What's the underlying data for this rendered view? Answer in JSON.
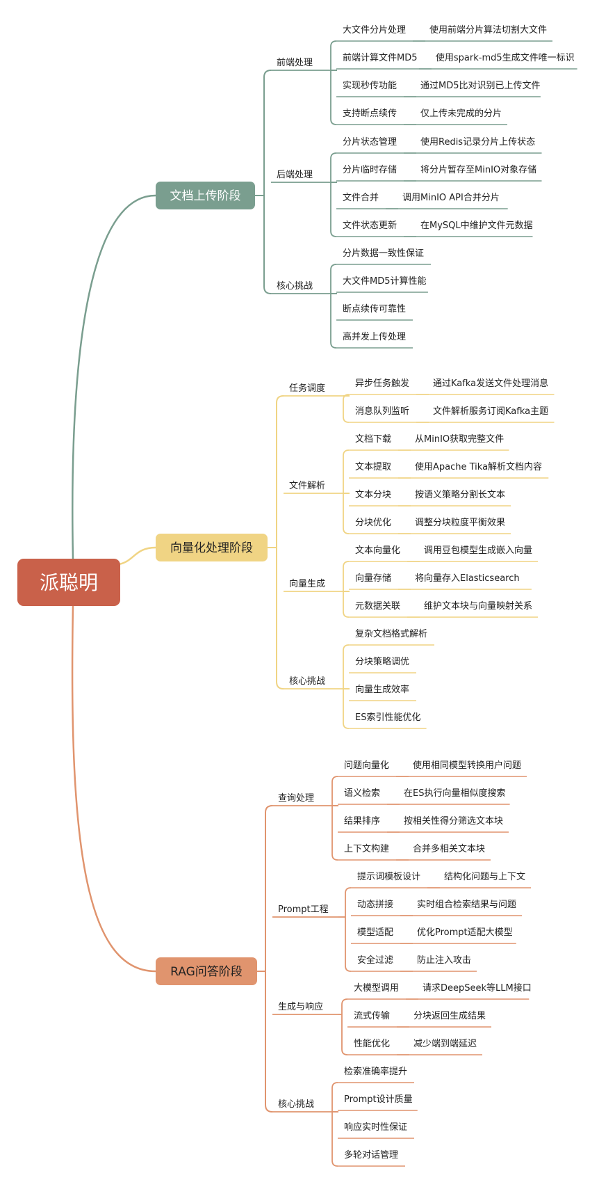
{
  "root": {
    "label": "派聪明",
    "color": "#c9614a"
  },
  "stages": [
    {
      "label": "文档上传阶段",
      "color": "#7a9e8f",
      "text_color": "#ffffff",
      "groups": [
        {
          "label": "前端处理",
          "items": [
            {
              "label": "大文件分片处理",
              "detail": "使用前端分片算法切割大文件"
            },
            {
              "label": "前端计算文件MD5",
              "detail": "使用spark-md5生成文件唯一标识"
            },
            {
              "label": "实现秒传功能",
              "detail": "通过MD5比对识别已上传文件"
            },
            {
              "label": "支持断点续传",
              "detail": "仅上传未完成的分片"
            }
          ]
        },
        {
          "label": "后端处理",
          "items": [
            {
              "label": "分片状态管理",
              "detail": "使用Redis记录分片上传状态"
            },
            {
              "label": "分片临时存储",
              "detail": "将分片暂存至MinIO对象存储"
            },
            {
              "label": "文件合并",
              "detail": "调用MinIO API合并分片"
            },
            {
              "label": "文件状态更新",
              "detail": "在MySQL中维护文件元数据"
            }
          ]
        },
        {
          "label": "核心挑战",
          "items": [
            {
              "label": "分片数据一致性保证"
            },
            {
              "label": "大文件MD5计算性能"
            },
            {
              "label": "断点续传可靠性"
            },
            {
              "label": "高并发上传处理"
            }
          ]
        }
      ]
    },
    {
      "label": "向量化处理阶段",
      "color": "#f0d484",
      "text_color": "#222222",
      "groups": [
        {
          "label": "任务调度",
          "items": [
            {
              "label": "异步任务触发",
              "detail": "通过Kafka发送文件处理消息"
            },
            {
              "label": "消息队列监听",
              "detail": "文件解析服务订阅Kafka主题"
            }
          ]
        },
        {
          "label": "文件解析",
          "items": [
            {
              "label": "文档下载",
              "detail": "从MinIO获取完整文件"
            },
            {
              "label": "文本提取",
              "detail": "使用Apache Tika解析文档内容"
            },
            {
              "label": "文本分块",
              "detail": "按语义策略分割长文本"
            },
            {
              "label": "分块优化",
              "detail": "调整分块粒度平衡效果"
            }
          ]
        },
        {
          "label": "向量生成",
          "items": [
            {
              "label": "文本向量化",
              "detail": "调用豆包模型生成嵌入向量"
            },
            {
              "label": "向量存储",
              "detail": "将向量存入Elasticsearch"
            },
            {
              "label": "元数据关联",
              "detail": "维护文本块与向量映射关系"
            }
          ]
        },
        {
          "label": "核心挑战",
          "items": [
            {
              "label": "复杂文档格式解析"
            },
            {
              "label": "分块策略调优"
            },
            {
              "label": "向量生成效率"
            },
            {
              "label": "ES索引性能优化"
            }
          ]
        }
      ]
    },
    {
      "label": "RAG问答阶段",
      "color": "#e0946e",
      "text_color": "#222222",
      "groups": [
        {
          "label": "查询处理",
          "items": [
            {
              "label": "问题向量化",
              "detail": "使用相同模型转换用户问题"
            },
            {
              "label": "语义检索",
              "detail": "在ES执行向量相似度搜索"
            },
            {
              "label": "结果排序",
              "detail": "按相关性得分筛选文本块"
            },
            {
              "label": "上下文构建",
              "detail": "合并多相关文本块"
            }
          ]
        },
        {
          "label": "Prompt工程",
          "items": [
            {
              "label": "提示词模板设计",
              "detail": "结构化问题与上下文"
            },
            {
              "label": "动态拼接",
              "detail": "实时组合检索结果与问题"
            },
            {
              "label": "模型适配",
              "detail": "优化Prompt适配大模型"
            },
            {
              "label": "安全过滤",
              "detail": "防止注入攻击"
            }
          ]
        },
        {
          "label": "生成与响应",
          "items": [
            {
              "label": "大模型调用",
              "detail": "请求DeepSeek等LLM接口"
            },
            {
              "label": "流式传输",
              "detail": "分块返回生成结果"
            },
            {
              "label": "性能优化",
              "detail": "减少端到端延迟"
            }
          ]
        },
        {
          "label": "核心挑战",
          "items": [
            {
              "label": "检索准确率提升"
            },
            {
              "label": "Prompt设计质量"
            },
            {
              "label": "响应实时性保证"
            },
            {
              "label": "多轮对话管理"
            }
          ]
        }
      ]
    }
  ]
}
